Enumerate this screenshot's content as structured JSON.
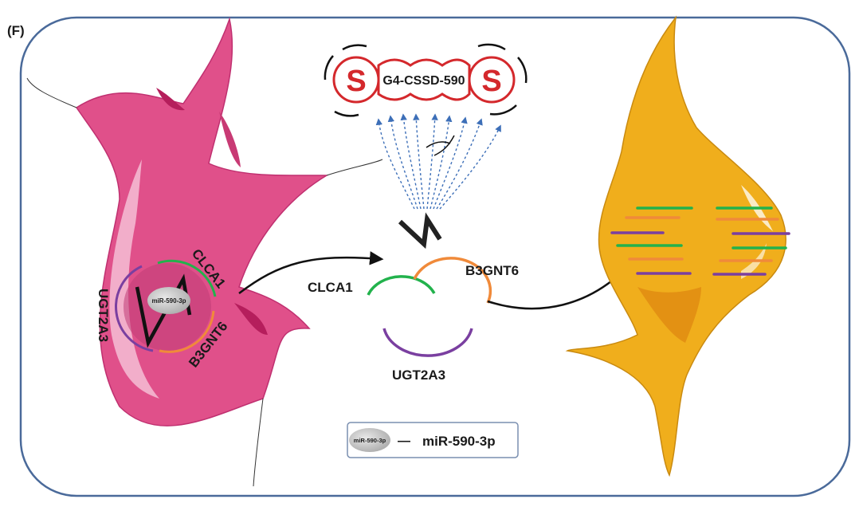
{
  "panel_label": "(F)",
  "probe": {
    "name": "G4-CSSD-590",
    "left_s": "S",
    "right_s": "S"
  },
  "nucleus_labels": {
    "clca1": "CLCA1",
    "b3gnt6": "B3GNT6",
    "ugt2a3": "UGT2A3",
    "mirna": "miR-590-3p"
  },
  "released_labels": {
    "clca1": "CLCA1",
    "b3gnt6": "B3GNT6",
    "ugt2a3": "UGT2A3"
  },
  "legend": {
    "ellipse_text": "miR-590-3p",
    "dash": "—",
    "label": "miR-590-3p"
  },
  "colors": {
    "cell_pink": "#e0508a",
    "cell_dark": "#b51e5c",
    "cell_light": "#f4a8c8",
    "yellow_cell": "#f0ae1c",
    "yellow_dark": "#e08a12",
    "probe_red": "#d4282c",
    "clca1_green": "#22b24c",
    "b3gnt6_orange": "#f08a3a",
    "ugt2a3_purple": "#7a3fa0",
    "border_blue": "#4a6a9a",
    "dots_blue": "#4a78c0"
  }
}
